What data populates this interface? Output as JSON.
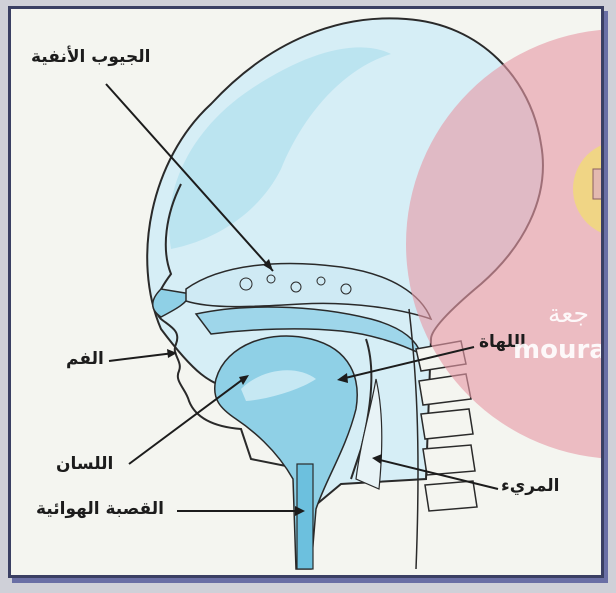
{
  "diagram": {
    "labels": {
      "nasal_sinuses": "الجيوب الأنفية",
      "mouth": "الفم",
      "tongue": "اللسان",
      "trachea": "القصبة الهوائية",
      "uvula": "اللهاة",
      "esophagus": "المريء"
    },
    "colors": {
      "tissue_blue": "#a9dcec",
      "light_blue": "#cfeaf4",
      "line": "#2a2a2a",
      "frame": "#3a3f63",
      "watermark_pink": "#e79aa6",
      "watermark_yellow": "#f1d97a"
    }
  },
  "watermark": {
    "line1": "جعة",
    "line2": "moura"
  }
}
